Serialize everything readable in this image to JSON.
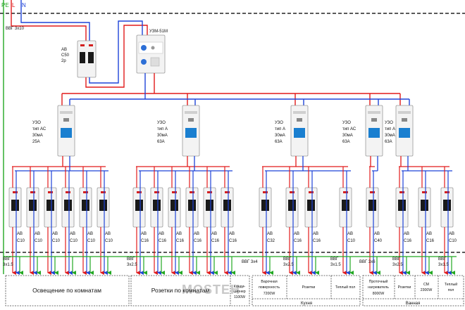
{
  "buses": {
    "pe": "PE",
    "l": "L",
    "n": "N"
  },
  "input": {
    "cable": "ВВГ 3х10",
    "breaker": {
      "lines": [
        "АВ",
        "С50",
        "2р"
      ]
    },
    "relay": {
      "label": "УЗМ-51М"
    }
  },
  "rcds": [
    {
      "lines": [
        "УЗО",
        "тип АС",
        "30мА",
        "25А"
      ]
    },
    {
      "lines": [
        "УЗО",
        "тип А",
        "30мА",
        "63А"
      ]
    },
    {
      "lines": [
        "УЗО",
        "тип А",
        "30мА",
        "63А"
      ]
    },
    {
      "lines": [
        "УЗО",
        "тип АС",
        "30мА",
        "63А"
      ]
    },
    {
      "lines": [
        "УЗО",
        "тип А",
        "30мА",
        "63А"
      ]
    }
  ],
  "breakers": [
    {
      "t": "АВ",
      "r": "С10"
    },
    {
      "t": "АВ",
      "r": "С10"
    },
    {
      "t": "АВ",
      "r": "С10"
    },
    {
      "t": "АВ",
      "r": "С10"
    },
    {
      "t": "АВ",
      "r": "С10"
    },
    {
      "t": "АВ",
      "r": "С10"
    },
    {
      "t": "АВ",
      "r": "С16"
    },
    {
      "t": "АВ",
      "r": "С16"
    },
    {
      "t": "АВ",
      "r": "С16"
    },
    {
      "t": "АВ",
      "r": "С16"
    },
    {
      "t": "АВ",
      "r": "С16"
    },
    {
      "t": "АВ",
      "r": "С16"
    },
    {
      "t": "АВ",
      "r": "С32"
    },
    {
      "t": "АВ",
      "r": "С16"
    },
    {
      "t": "АВ",
      "r": "С16"
    },
    {
      "t": "АВ",
      "r": "С10"
    },
    {
      "t": "АВ",
      "r": "С40"
    },
    {
      "t": "АВ",
      "r": "С16"
    },
    {
      "t": "АВ",
      "r": "С16"
    },
    {
      "t": "АВ",
      "r": "С10"
    }
  ],
  "cables": [
    {
      "lines": [
        "ВВГ",
        "3х1.5"
      ]
    },
    {
      "lines": [
        "ВВГ",
        "3х2.5"
      ]
    },
    {
      "lines": [
        "ВВГ 3х4"
      ]
    },
    {
      "lines": [
        "ВВГ",
        "3х2.5"
      ]
    },
    {
      "lines": [
        "ВВГ",
        "3х1.5"
      ]
    },
    {
      "lines": [
        "ВВГ 3х6"
      ]
    },
    {
      "lines": [
        "ВВГ",
        "3х2.5"
      ]
    },
    {
      "lines": [
        "ВВГ",
        "3х1.5"
      ]
    }
  ],
  "loads": {
    "lighting": "Освещение по комнатам",
    "sockets": "Розетки по комнатам",
    "conditioner": [
      "Конди-",
      "ционер",
      "1100W"
    ],
    "stove": [
      "Варочная",
      "поверхность",
      "7200W"
    ],
    "kitchen_sockets": "Розетки",
    "floor1": "Теплый пол",
    "kitchen": "Кухня",
    "heater": [
      "Проточный",
      "нагреватель",
      "8000W"
    ],
    "bath_sockets": "Розетки",
    "washer": [
      "СМ",
      "2300W"
    ],
    "floor2": [
      "Теплый",
      "пол"
    ],
    "bathroom": "Ванная"
  },
  "watermark": "MOSTEH",
  "colors": {
    "pe": "#22a822",
    "l": "#e21a1a",
    "n": "#1f44d8",
    "module": "#f3f3f3",
    "handle": "#1a1a1a",
    "rcd_handle": "#1a7fd0",
    "lever": "#d32020"
  }
}
